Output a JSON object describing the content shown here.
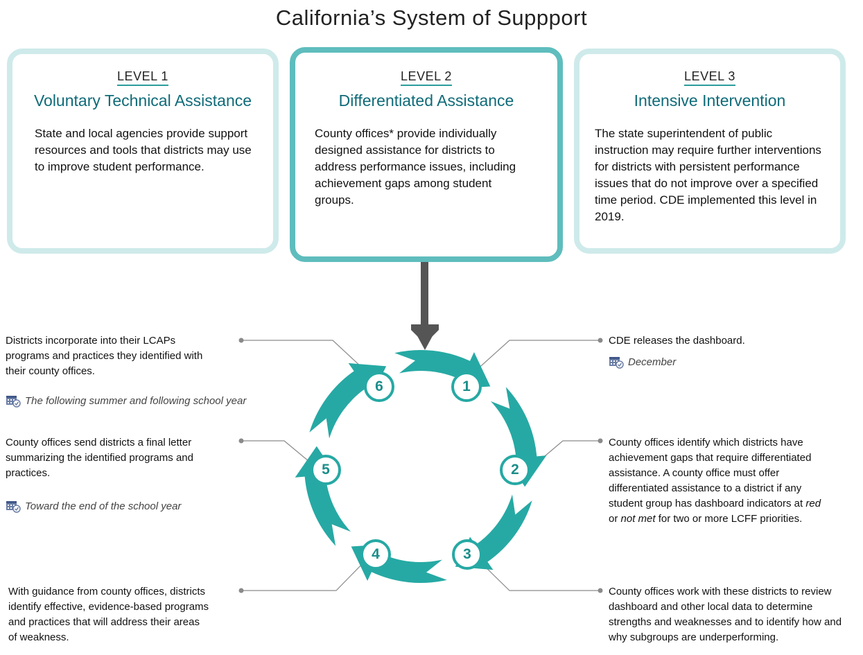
{
  "title": "California’s System of Suppport",
  "levels": [
    {
      "number": "LEVEL 1",
      "name": "Voluntary Technical Assistance",
      "description": "State and local agencies provide support resources and tools that districts may use to improve student performance."
    },
    {
      "number": "LEVEL 2",
      "name": "Differentiated Assistance",
      "description": "County offices* provide individually designed assistance for districts to address performance issues, including achievement gaps among student groups."
    },
    {
      "number": "LEVEL 3",
      "name": "Intensive Intervention",
      "description": "The state superintendent of public instruction may require further interventions for districts with persistent performance issues that do not improve over a specified time period. CDE implemented this level in 2019."
    }
  ],
  "steps": [
    {
      "num": "1",
      "text": "CDE releases the dashboard.",
      "timing": "December"
    },
    {
      "num": "2",
      "text_parts": [
        "County offices identify which districts have achievement gaps that require differentiated assistance. A county office must offer differentiated assistance to a district if any student group has dashboard indicators at ",
        "red",
        " or ",
        "not met",
        " for two or more LCFF priorities."
      ]
    },
    {
      "num": "3",
      "text": "County offices work with these districts to review dashboard and other local data to determine strengths and weaknesses and to identify how and why subgroups are underperforming."
    },
    {
      "num": "4",
      "text": "With guidance from county offices, districts identify effective, evidence-based programs and practices that will address their areas of weakness."
    },
    {
      "num": "5",
      "text": "County offices send districts a final letter summarizing the identified programs and practices.",
      "timing": "Toward the end of the school year"
    },
    {
      "num": "6",
      "text": "Districts incorporate into their LCAPs programs and practices they identified with their county offices.",
      "timing": "The following summer and following school year"
    }
  ],
  "icons": {
    "calendar": "calendar-check-icon",
    "arrow": "down-arrow-icon"
  },
  "colors": {
    "teal": "#26a9a4",
    "dark_teal_border": "#5fbdbd",
    "light_border": "#cfeaea",
    "heading": "#0f6b78",
    "arrow": "#555555",
    "leader": "#888888"
  }
}
